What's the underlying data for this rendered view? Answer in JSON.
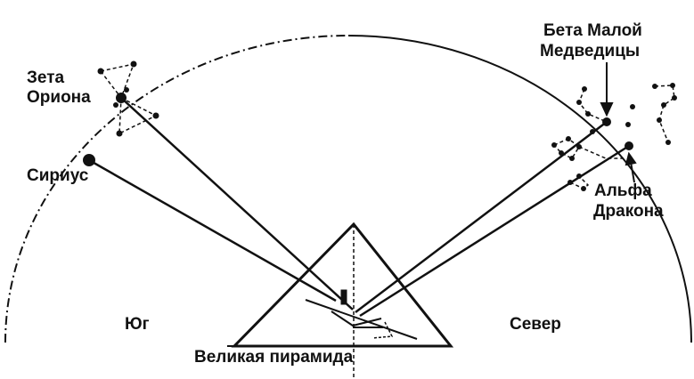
{
  "labels": {
    "zeta_orionis_line1": "Зета",
    "zeta_orionis_line2": "Ориона",
    "sirius": "Сириус",
    "beta_umi_line1": "Бета Малой",
    "beta_umi_line2": "Медведицы",
    "alpha_draconis_line1": "Альфа",
    "alpha_draconis_line2": "Дракона",
    "south": "Юг",
    "north": "Север",
    "great_pyramid": "Великая пирамида"
  },
  "colors": {
    "ink": "#111111",
    "background": "#ffffff"
  }
}
